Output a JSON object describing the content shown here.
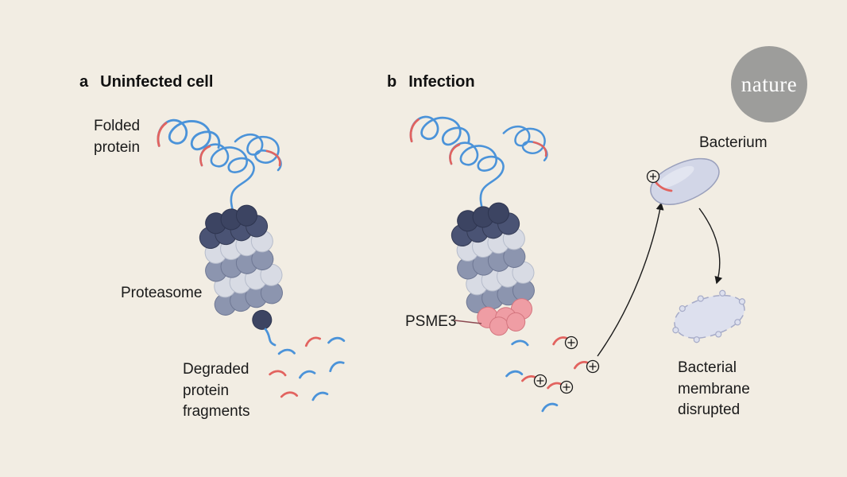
{
  "figure": {
    "bg_color": "#f2ede3",
    "logo": {
      "text": "nature",
      "bg_color": "#9d9d9b",
      "text_color": "#ffffff"
    },
    "panel_a": {
      "index_label": "a",
      "title": "Uninfected cell",
      "labels": {
        "folded_protein": "Folded\nprotein",
        "proteasome": "Proteasome",
        "degraded": "Degraded\nprotein\nfragments"
      }
    },
    "panel_b": {
      "index_label": "b",
      "title": "Infection",
      "labels": {
        "psme3": "PSME3",
        "bacterium": "Bacterium",
        "disrupted": "Bacterial\nmembrane\ndisrupted"
      }
    },
    "symbols": {
      "positive_charge": "+"
    },
    "colors": {
      "protein_blue": "#4b93d9",
      "peptide_red": "#e2635f",
      "proteasome_navy_dark": "#3c4462",
      "proteasome_navy": "#4a5374",
      "proteasome_light": "#d8dbe4",
      "proteasome_slate": "#8c95af",
      "psme3_pink": "#ef9da4",
      "bacterium_fill": "#d2d6e7",
      "bacterium_stroke": "#9aa0bc",
      "text": "#1a1a1a"
    }
  }
}
